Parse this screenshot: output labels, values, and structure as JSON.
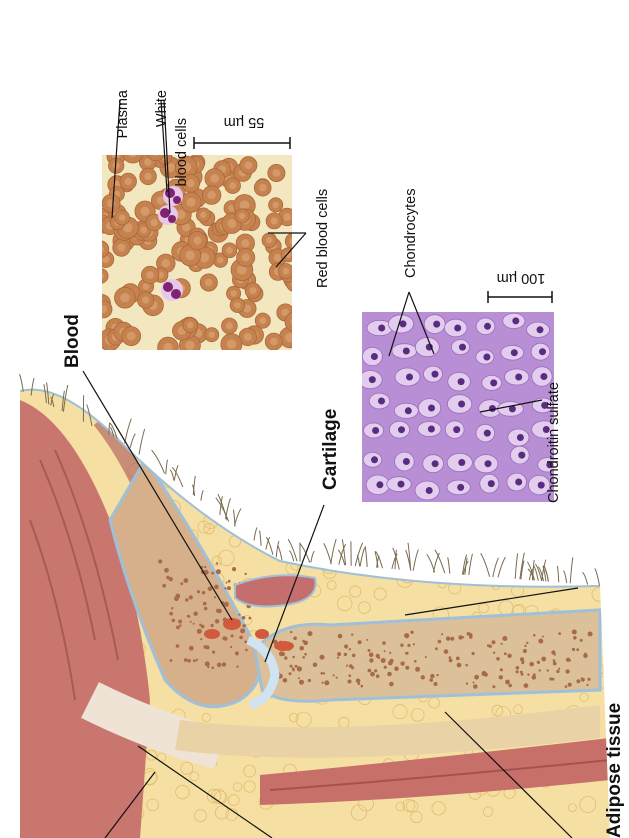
{
  "labels": {
    "blood": "Blood",
    "cartilage": "Cartilage",
    "adipose": "Adipose tissue",
    "plasma": "Plasma",
    "white_cells": "White blood cells",
    "white_cells_line1": "White",
    "white_cells_line2": "blood cells",
    "red_cells": "Red blood cells",
    "chondrocytes": "Chondrocytes",
    "chondroitin": "Chondroitin sulfate"
  },
  "scale_bars": {
    "blood": "55 µm",
    "cartilage": "100 µm"
  },
  "colors": {
    "blood_background": "#f3e7bf",
    "red_cell": "#c6824e",
    "white_cell": "#8a2a7a",
    "cartilage_matrix": "#b48ad0",
    "chondrocyte_nucleus": "#5a2c80",
    "muscle": "#c97a72",
    "fat": "#f6e2a6",
    "bone": "#d9b68e",
    "marrow": "#b27a5c"
  }
}
